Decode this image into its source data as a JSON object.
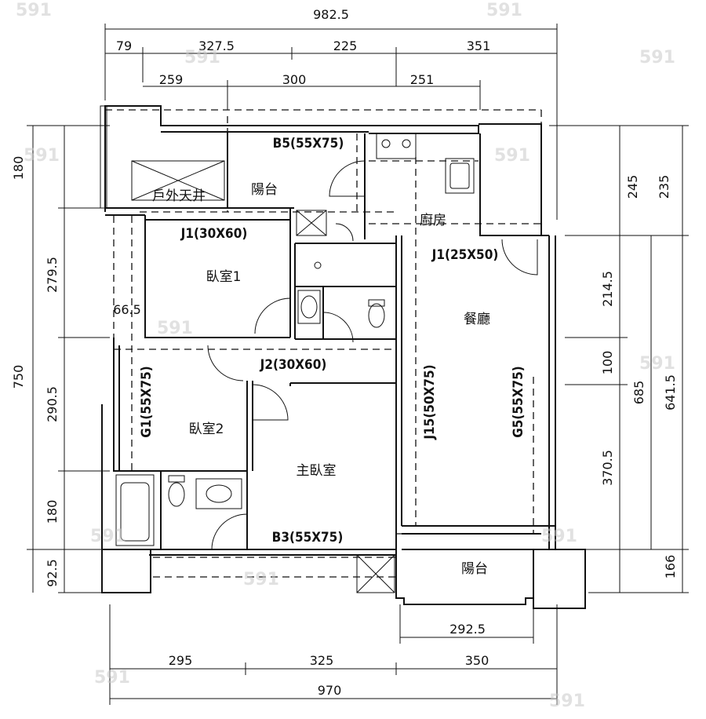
{
  "dimensions": {
    "top_total": "982.5",
    "top_row1": [
      "79",
      "327.5",
      "225",
      "351"
    ],
    "top_row2": [
      "259",
      "300",
      "251"
    ],
    "left": [
      "180",
      "279.5",
      "66.5",
      "750",
      "290.5",
      "180",
      "92.5"
    ],
    "right_inner": [
      "245",
      "214.5",
      "100",
      "370.5",
      "166"
    ],
    "right_outer": [
      "235",
      "685",
      "641.5"
    ],
    "bottom_balcony": "292.5",
    "bottom_row": [
      "295",
      "325",
      "350"
    ],
    "bottom_total": "970"
  },
  "beams": {
    "b5": "B5(55X75)",
    "j1_left": "J1(30X60)",
    "j1_right": "J1(25X50)",
    "j2": "J2(30X60)",
    "g1": "G1(55X75)",
    "j15": "J15(50X75)",
    "g5": "G5(55X75)",
    "b3": "B3(55X75)"
  },
  "rooms": {
    "outdoor_well": "戶外天井",
    "balcony_top": "陽台",
    "kitchen": "廚房",
    "bedroom1": "臥室1",
    "bedroom2": "臥室2",
    "master_bedroom": "主臥室",
    "dining": "餐廳",
    "balcony_bottom": "陽台"
  },
  "watermark": "591"
}
